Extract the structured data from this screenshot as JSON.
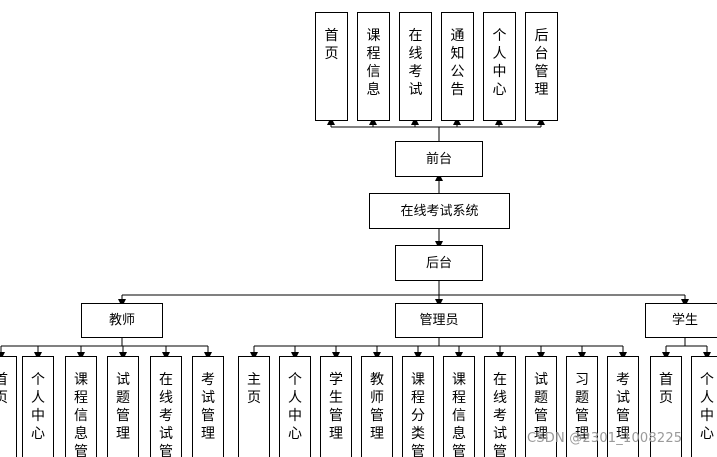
{
  "front": {
    "label": "前台",
    "modules": [
      "首页",
      "课程信息",
      "在线考试",
      "通知公告",
      "个人中心",
      "后台管理"
    ]
  },
  "system": {
    "label": "在线考试系统"
  },
  "back": {
    "label": "后台"
  },
  "roles": [
    {
      "label": "教师",
      "modules": [
        "首页",
        "个人中心",
        "课程信息管理",
        "试题管理",
        "在线考试管理",
        "考试管理"
      ]
    },
    {
      "label": "管理员",
      "modules": [
        "主页",
        "个人中心",
        "学生管理",
        "教师管理",
        "课程分类管理",
        "课程信息管理",
        "在线考试管理",
        "试题管理",
        "习题管理",
        "考试管理"
      ]
    },
    {
      "label": "学生",
      "modules": [
        "首页",
        "个人中心"
      ]
    }
  ],
  "watermark": "CSDN @2301_1008225"
}
